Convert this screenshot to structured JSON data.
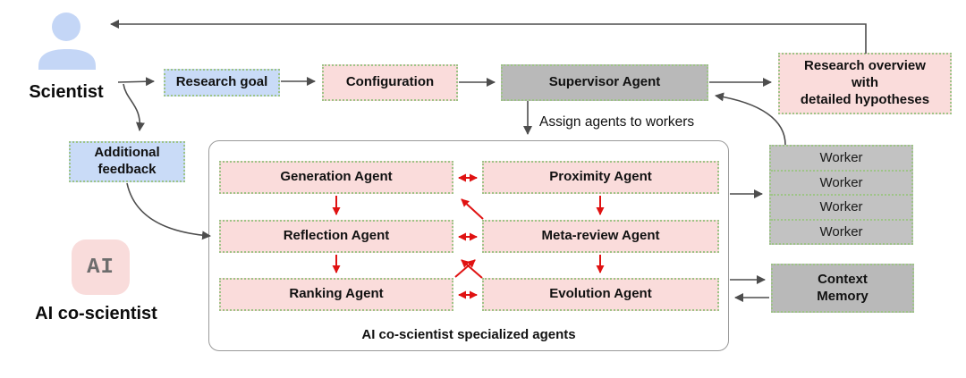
{
  "actors": {
    "scientist_label": "Scientist",
    "ai_badge_text": "AI",
    "ai_label": "AI co-scientist"
  },
  "nodes": {
    "research_goal": "Research goal",
    "configuration": "Configuration",
    "supervisor_agent": "Supervisor Agent",
    "research_overview": "Research overview\nwith\ndetailed hypotheses",
    "additional_feedback": "Additional\nfeedback",
    "context_memory": "Context\nMemory"
  },
  "annotations": {
    "assign_label": "Assign agents to workers",
    "container_label": "AI co-scientist specialized agents"
  },
  "agents": [
    {
      "label": "Generation Agent"
    },
    {
      "label": "Proximity Agent"
    },
    {
      "label": "Reflection Agent"
    },
    {
      "label": "Meta-review Agent"
    },
    {
      "label": "Ranking Agent"
    },
    {
      "label": "Evolution Agent"
    }
  ],
  "workers": [
    "Worker",
    "Worker",
    "Worker",
    "Worker"
  ],
  "palette": {
    "blue_fill": "#c9dbf7",
    "pink_fill": "#fadcdb",
    "gray_fill": "#b9b9b9",
    "worker_fill": "#c2c2c2",
    "dotted_border_green": "#9ec487",
    "red_arrow": "#e01212",
    "gray_arrow": "#4d4d4d",
    "person_icon_blue": "#c4d6f6"
  }
}
